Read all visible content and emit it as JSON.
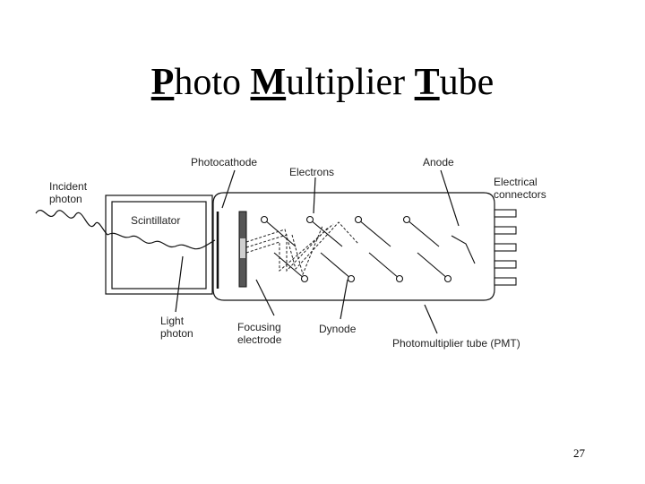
{
  "slide": {
    "title_parts": [
      {
        "cap": "P",
        "rest": "hoto "
      },
      {
        "cap": "M",
        "rest": "ultiplier "
      },
      {
        "cap": "T",
        "rest": "ube"
      }
    ],
    "page_number": "27"
  },
  "diagram": {
    "labels": {
      "incident_photon_1": "Incident",
      "incident_photon_2": "photon",
      "scintillator": "Scintillator",
      "photocathode": "Photocathode",
      "electrons": "Electrons",
      "anode": "Anode",
      "electrical_connectors_1": "Electrical",
      "electrical_connectors_2": "connectors",
      "light_photon_1": "Light",
      "light_photon_2": "photon",
      "focusing_electrode_1": "Focusing",
      "focusing_electrode_2": "electrode",
      "dynode": "Dynode",
      "pmt": "Photomultiplier tube (PMT)"
    }
  }
}
